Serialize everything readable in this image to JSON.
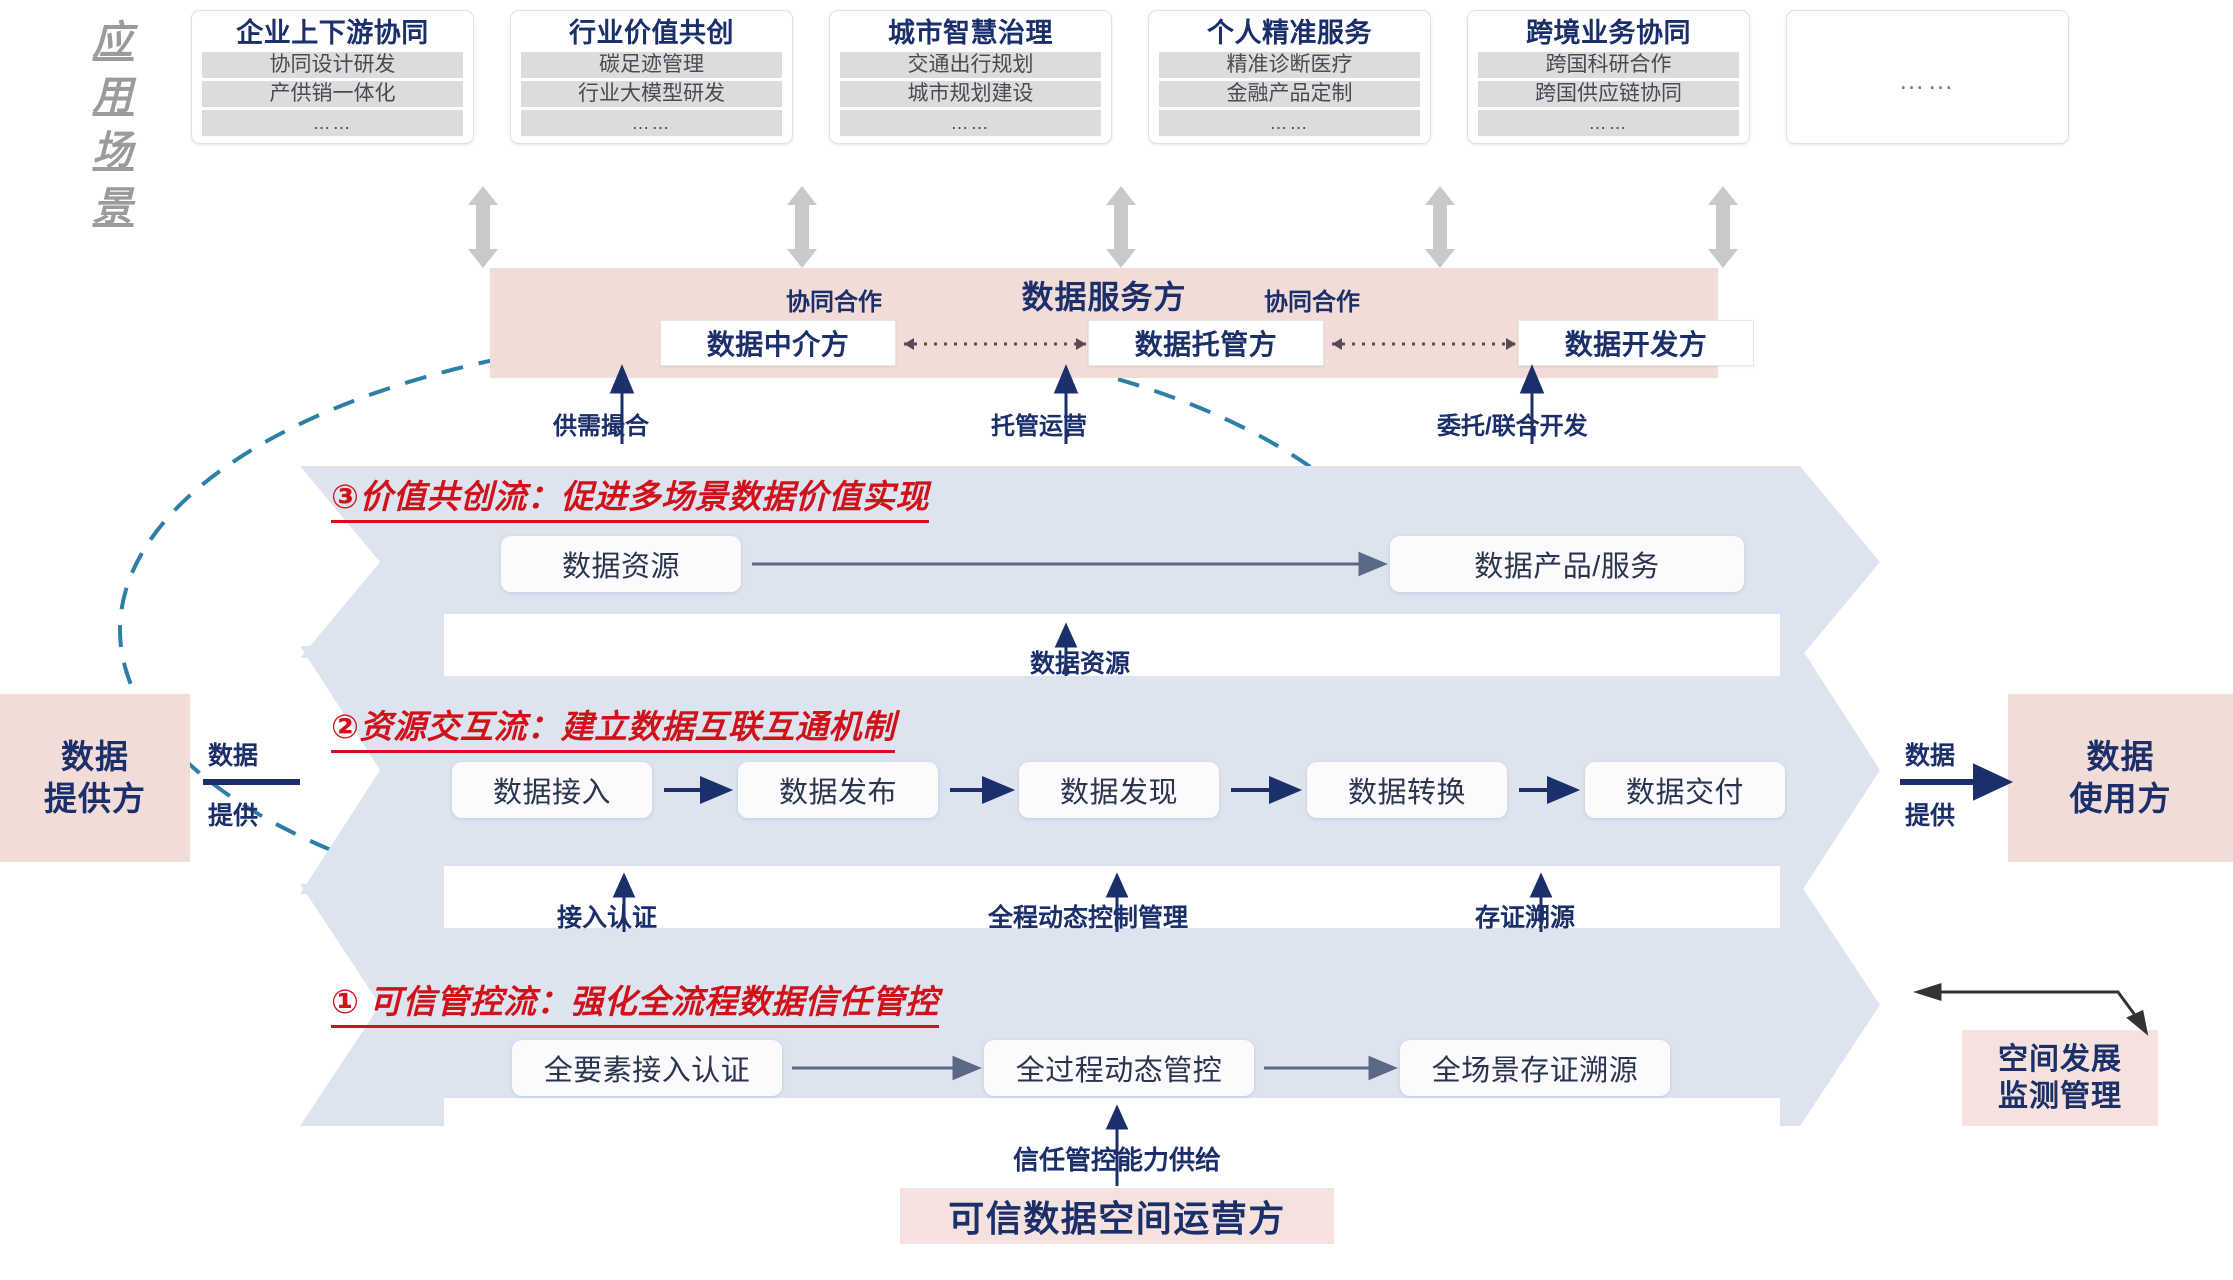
{
  "scene_label": [
    "应",
    "用",
    "场",
    "景"
  ],
  "scenarios": [
    {
      "title": "企业上下游协同",
      "items": [
        "协同设计研发",
        "产供销一体化"
      ],
      "dots": "……"
    },
    {
      "title": "行业价值共创",
      "items": [
        "碳足迹管理",
        "行业大模型研发"
      ],
      "dots": "……"
    },
    {
      "title": "城市智慧治理",
      "items": [
        "交通出行规划",
        "城市规划建设"
      ],
      "dots": "……"
    },
    {
      "title": "个人精准服务",
      "items": [
        "精准诊断医疗",
        "金融产品定制"
      ],
      "dots": "……"
    },
    {
      "title": "跨境业务协同",
      "items": [
        "跨国科研合作",
        "跨国供应链协同"
      ],
      "dots": "……"
    }
  ],
  "scenario_more": "……",
  "service_band": {
    "title": "数据服务方",
    "roles": [
      {
        "label": "数据中介方",
        "below": "供需撮合"
      },
      {
        "label": "数据托管方",
        "below": "托管运营"
      },
      {
        "label": "数据开发方",
        "below": "委托/联合开发"
      }
    ],
    "coop_left": "协同合作",
    "coop_right": "协同合作"
  },
  "flows": [
    {
      "id": "value",
      "heading": "③价值共创流：促进多场景数据价值实现",
      "nodes": [
        "数据资源",
        "数据产品/服务"
      ],
      "strip_label": "数据资源"
    },
    {
      "id": "resource",
      "heading": "②资源交互流：建立数据互联互通机制",
      "nodes": [
        "数据接入",
        "数据发布",
        "数据发现",
        "数据转换",
        "数据交付"
      ],
      "strip_labels": [
        "接入认证",
        "全程动态控制管理",
        "存证溯源"
      ]
    },
    {
      "id": "trust",
      "heading": "① 可信管控流：强化全流程数据信任管控",
      "nodes": [
        "全要素接入认证",
        "全过程动态管控",
        "全场景存证溯源"
      ],
      "strip_label": "信任管控能力供给"
    }
  ],
  "parties": {
    "left": {
      "line1": "数据",
      "line2": "提供方"
    },
    "right": {
      "line1": "数据",
      "line2": "使用方"
    },
    "supply_left": {
      "top": "数据",
      "bottom": "提供"
    },
    "supply_right": {
      "top": "数据",
      "bottom": "提供"
    }
  },
  "operator": {
    "label": "可信数据空间运营方",
    "supply": "信任管控能力供给"
  },
  "monitor": {
    "line1": "空间发展",
    "line2": "监测管理"
  },
  "colors": {
    "navy": "#1b2f6b",
    "red": "#d0121b",
    "pink": "#f2dcd8",
    "band_blue": "#dfe5ef",
    "ellipse_blue": "#2e7fa6",
    "grey_arrow": "#c9c9c9"
  }
}
